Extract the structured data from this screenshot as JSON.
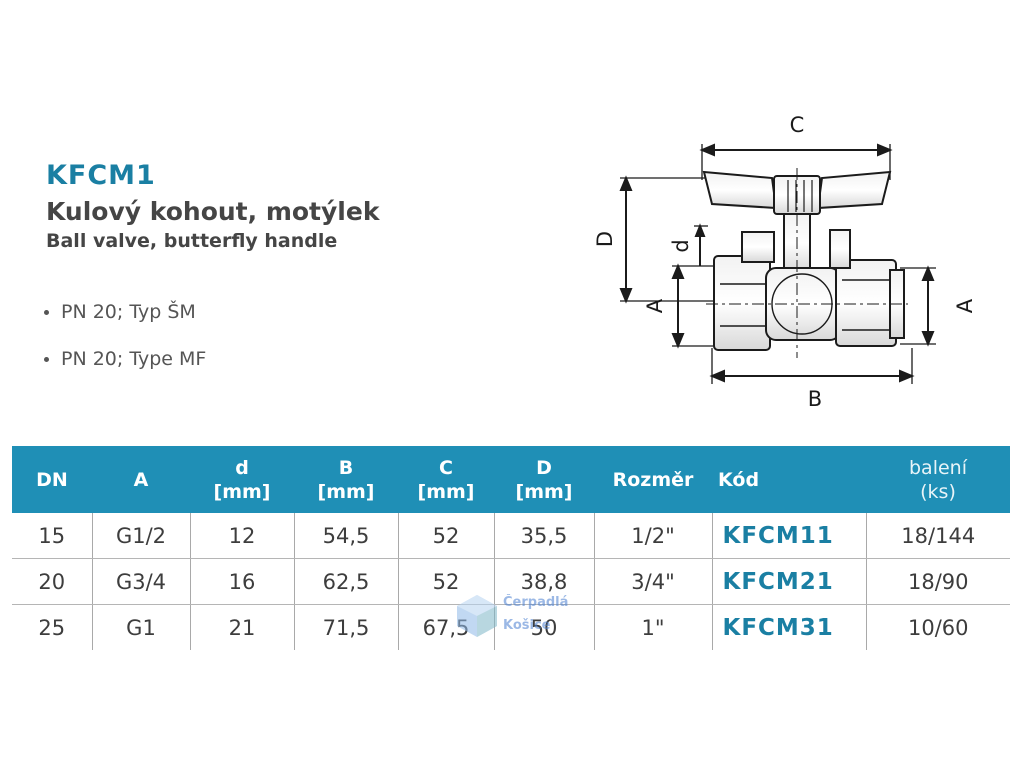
{
  "product": {
    "code": "KFCM1",
    "title_cz": "Kulový kohout, motýlek",
    "title_en": "Ball valve, butterfly handle"
  },
  "specs": [
    "PN 20; Typ ŠM",
    "PN 20; Type MF"
  ],
  "drawing": {
    "label_C": "C",
    "label_D": "D",
    "label_d": "d",
    "label_A_left": "A",
    "label_A_right": "A",
    "label_B": "B"
  },
  "table": {
    "headers": [
      {
        "line1": "DN",
        "line2": ""
      },
      {
        "line1": "A",
        "line2": ""
      },
      {
        "line1": "d",
        "line2": "[mm]"
      },
      {
        "line1": "B",
        "line2": "[mm]"
      },
      {
        "line1": "C",
        "line2": "[mm]"
      },
      {
        "line1": "D",
        "line2": "[mm]"
      },
      {
        "line1": "Rozměr",
        "line2": ""
      },
      {
        "line1": "Kód",
        "line2": ""
      },
      {
        "line1": "balení",
        "line2": "(ks)"
      }
    ],
    "rows": [
      [
        "15",
        "G1/2",
        "12",
        "54,5",
        "52",
        "35,5",
        "1/2\"",
        "KFCM11",
        "18/144"
      ],
      [
        "20",
        "G3/4",
        "16",
        "62,5",
        "52",
        "38,8",
        "3/4\"",
        "KFCM21",
        "18/90"
      ],
      [
        "25",
        "G1",
        "21",
        "71,5",
        "67,5",
        "50",
        "1\"",
        "KFCM31",
        "10/60"
      ]
    ]
  },
  "watermark": {
    "line1": "Čerpadlá",
    "line2": "Košice"
  },
  "colors": {
    "accent": "#1a7fa3",
    "header_bg": "#1f8fb6",
    "text": "#3d3d3d"
  }
}
